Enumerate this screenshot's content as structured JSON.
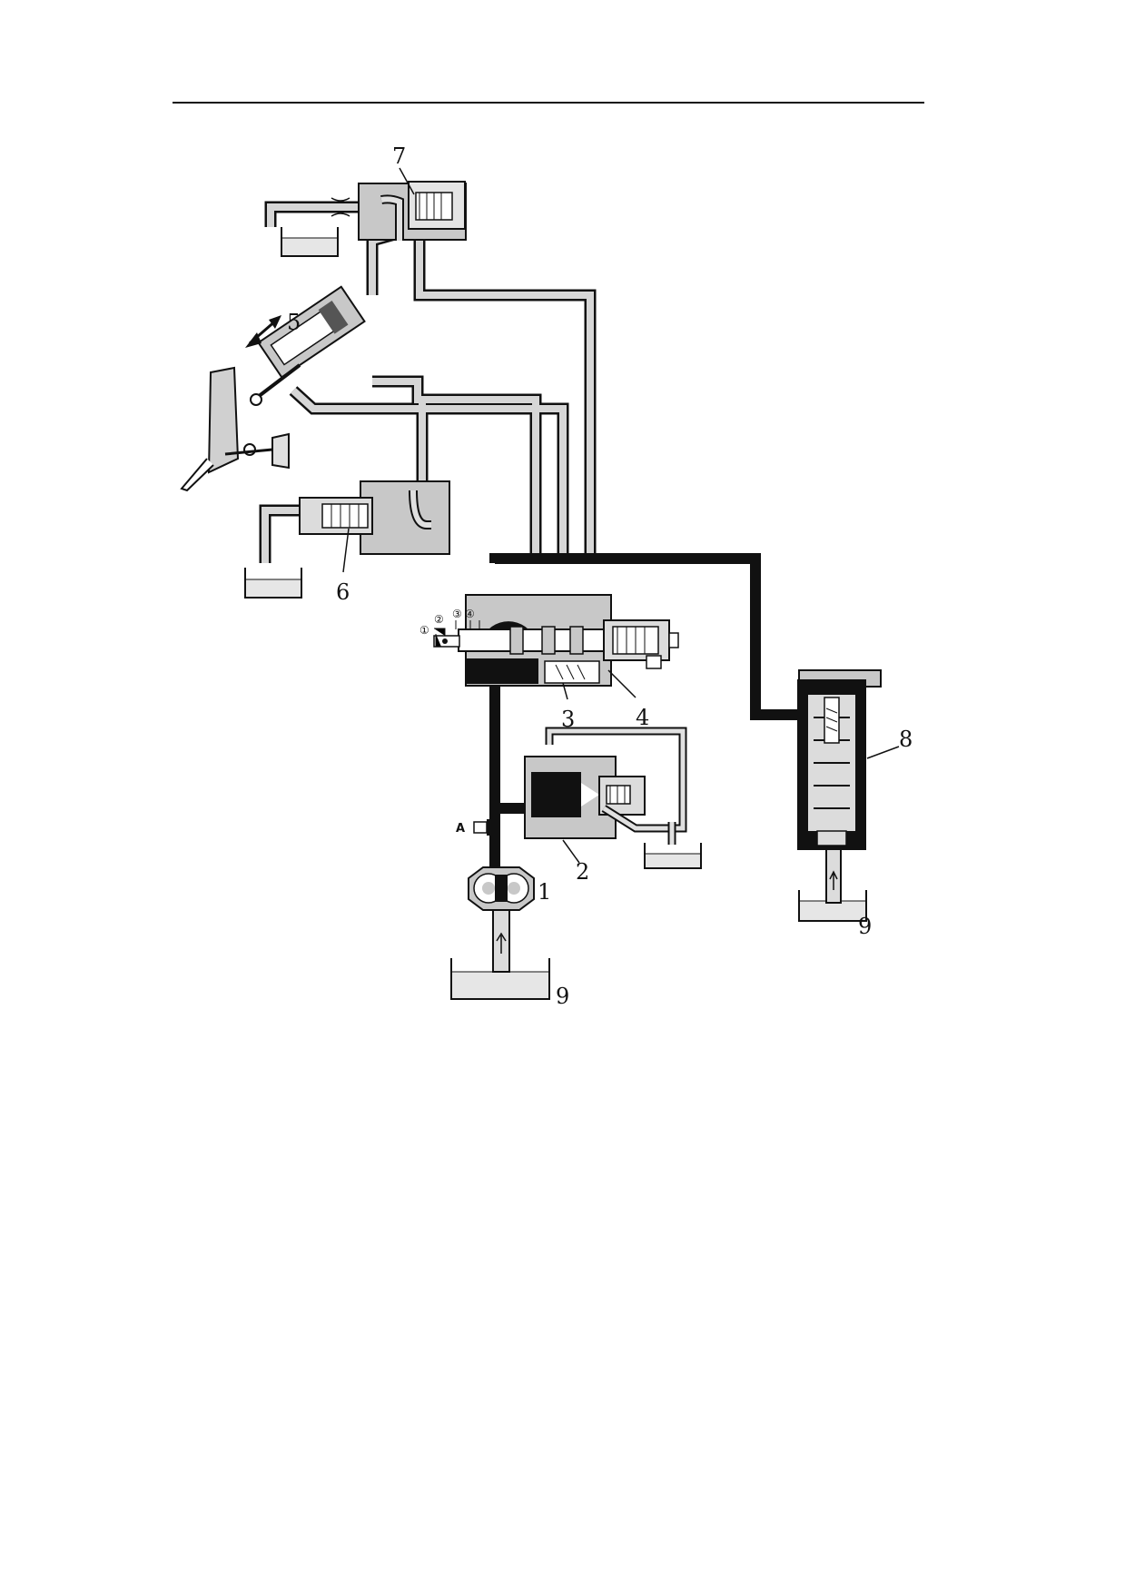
{
  "diagram": {
    "component_labels": {
      "pump": "1",
      "relief_valve": "2",
      "check_valve": "3",
      "solenoid_valve": "4",
      "pedal_actuator": "5",
      "valve_6": "6",
      "valve_7": "7",
      "accumulator": "8",
      "reservoir_left": "9",
      "reservoir_right": "9"
    },
    "port_labels": [
      "①",
      "②",
      "③",
      "④"
    ],
    "test_port_label": "A",
    "colors": {
      "pressure_line": "#111111",
      "return_line": "#d0d0d0",
      "body_fill": "#c9c9c9",
      "fluid_fill": "#dcdcdc",
      "outline": "#111111"
    }
  }
}
